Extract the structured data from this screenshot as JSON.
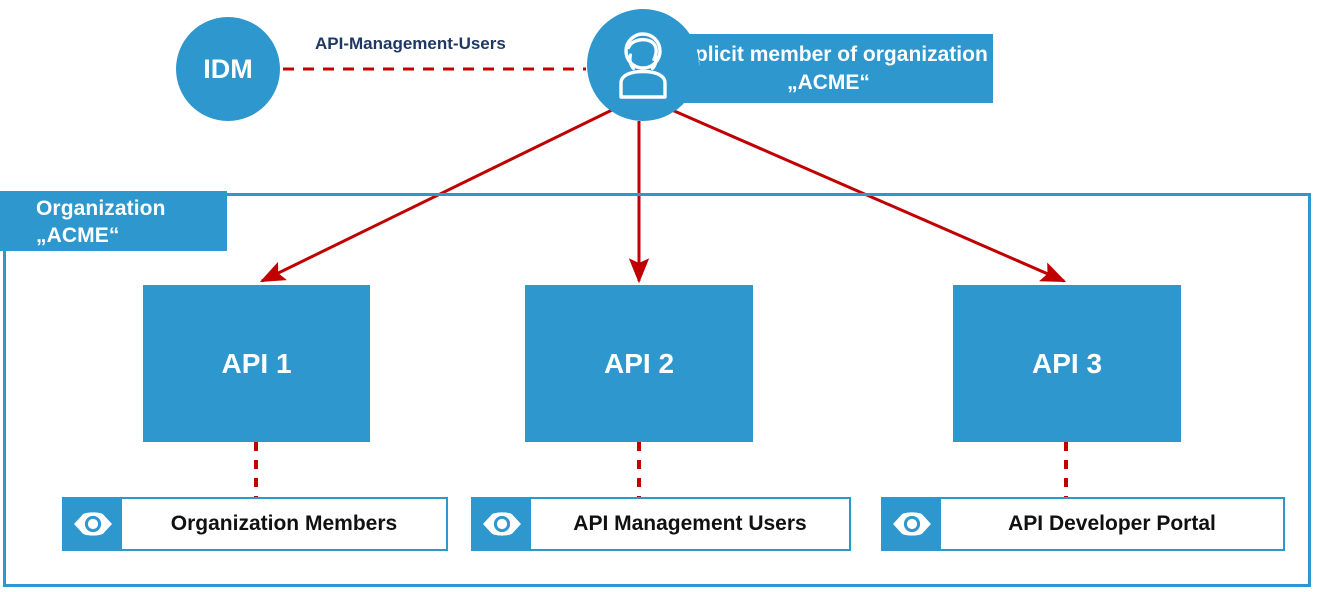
{
  "diagram": {
    "identity_provider": {
      "label": "IDM",
      "icon": "idm-circle-icon"
    },
    "connection_label": "API-Management-Users",
    "user": {
      "icon": "person-icon",
      "callout": "Explicit member of organization „ACME“"
    },
    "organization": {
      "label": "Organization „ACME“",
      "label_line1": "Organization",
      "label_line2": "„ACME“"
    },
    "apis": [
      {
        "label": "API 1"
      },
      {
        "label": "API 2"
      },
      {
        "label": "API 3"
      }
    ],
    "visibilities": [
      {
        "label": "Organization Members",
        "icon": "eye-icon"
      },
      {
        "label": "API Management Users",
        "icon": "eye-icon"
      },
      {
        "label": "API Developer Portal",
        "icon": "eye-icon"
      }
    ],
    "colors": {
      "accent_blue": "#2E97CE",
      "arrow_red": "#C00000",
      "label_navy": "#1F3864",
      "text_dark": "#111111",
      "background": "#FFFFFF"
    }
  }
}
